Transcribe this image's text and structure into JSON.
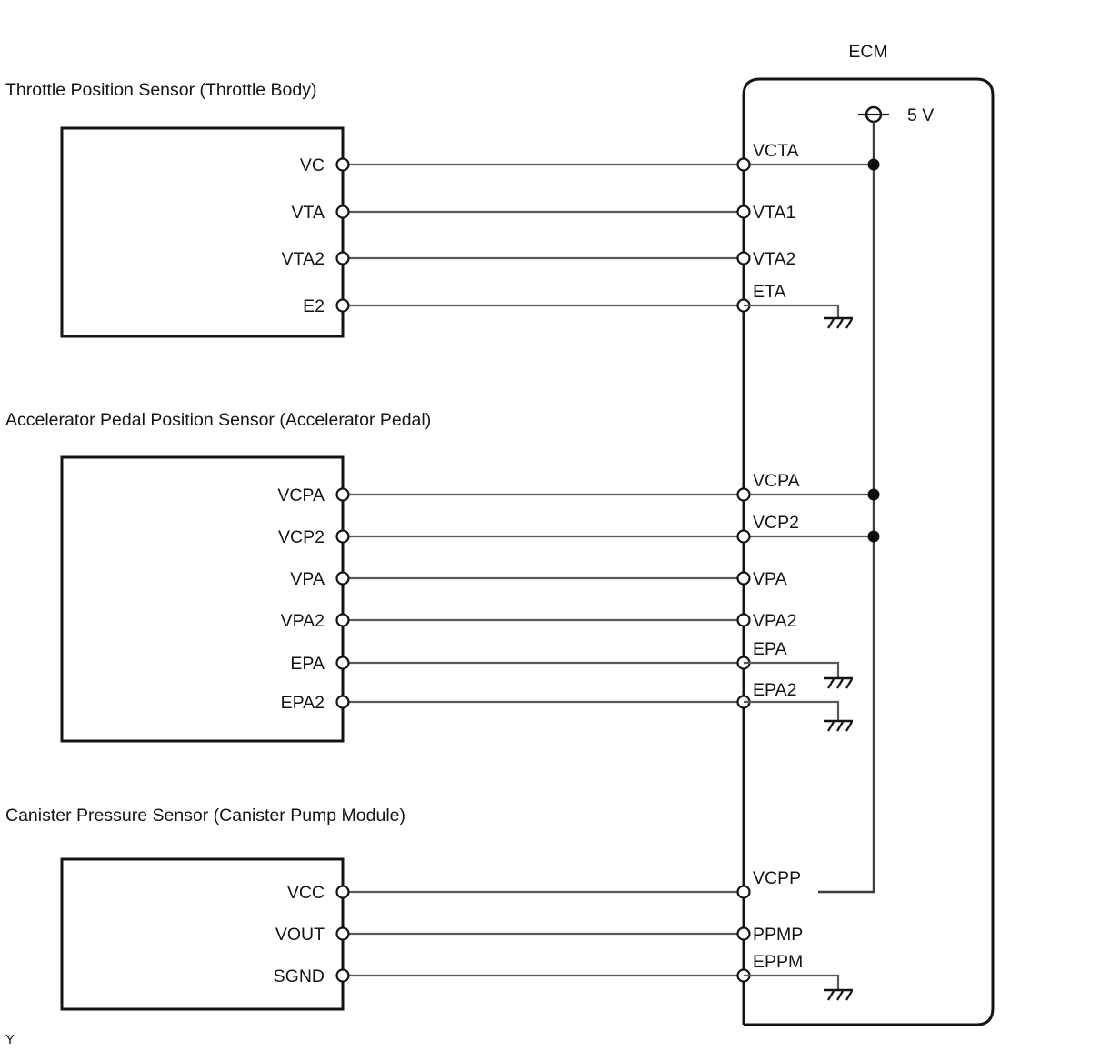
{
  "diagram": {
    "ecm_title": "ECM",
    "corner_mark": "Y",
    "supply_label": "5 V",
    "supply_symbol": "voltage-source-icon",
    "ground_symbol": "ground-icon"
  },
  "sections": [
    {
      "id": "throttle",
      "title": "Throttle Position Sensor (Throttle Body)",
      "rows": [
        {
          "left": "VC",
          "right": "VCTA",
          "right_pos": "above",
          "bus": true,
          "ground": false
        },
        {
          "left": "VTA",
          "right": "VTA1",
          "right_pos": "side",
          "bus": false,
          "ground": false
        },
        {
          "left": "VTA2",
          "right": "VTA2",
          "right_pos": "side",
          "bus": false,
          "ground": false
        },
        {
          "left": "E2",
          "right": "ETA",
          "right_pos": "above",
          "bus": false,
          "ground": true
        }
      ]
    },
    {
      "id": "accelerator",
      "title": "Accelerator Pedal Position Sensor (Accelerator Pedal)",
      "rows": [
        {
          "left": "VCPA",
          "right": "VCPA",
          "right_pos": "above",
          "bus": true,
          "ground": false
        },
        {
          "left": "VCP2",
          "right": "VCP2",
          "right_pos": "above",
          "bus": true,
          "ground": false
        },
        {
          "left": "VPA",
          "right": "VPA",
          "right_pos": "side",
          "bus": false,
          "ground": false
        },
        {
          "left": "VPA2",
          "right": "VPA2",
          "right_pos": "side",
          "bus": false,
          "ground": false
        },
        {
          "left": "EPA",
          "right": "EPA",
          "right_pos": "above",
          "bus": false,
          "ground": true
        },
        {
          "left": "EPA2",
          "right": "EPA2",
          "right_pos": "above",
          "bus": false,
          "ground": true
        }
      ]
    },
    {
      "id": "canister",
      "title": "Canister Pressure Sensor (Canister Pump Module)",
      "rows": [
        {
          "left": "VCC",
          "right": "VCPP",
          "right_pos": "above",
          "bus": true,
          "ground": false
        },
        {
          "left": "VOUT",
          "right": "PPMP",
          "right_pos": "side",
          "bus": false,
          "ground": false
        },
        {
          "left": "SGND",
          "right": "EPPM",
          "right_pos": "above",
          "bus": false,
          "ground": true
        }
      ]
    }
  ],
  "colors": {
    "outline": "#141414",
    "wire": "#595959",
    "background": "#ffffff",
    "junction": "#0d0d0d"
  }
}
